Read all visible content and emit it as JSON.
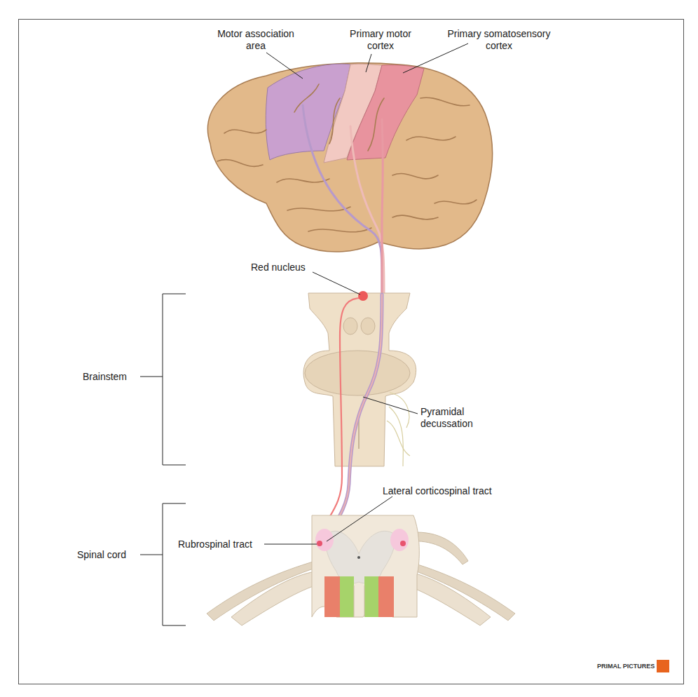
{
  "diagram": {
    "labels": [
      "Motor association area",
      "Primary motor cortex",
      "Primary somatosensory cortex",
      "Red nucleus",
      "Brainstem",
      "Pyramidal decussation",
      "Lateral corticospinal tract",
      "Rubrospinal tract",
      "Spinal cord",
      "PRIMAL PICTURES"
    ]
  }
}
